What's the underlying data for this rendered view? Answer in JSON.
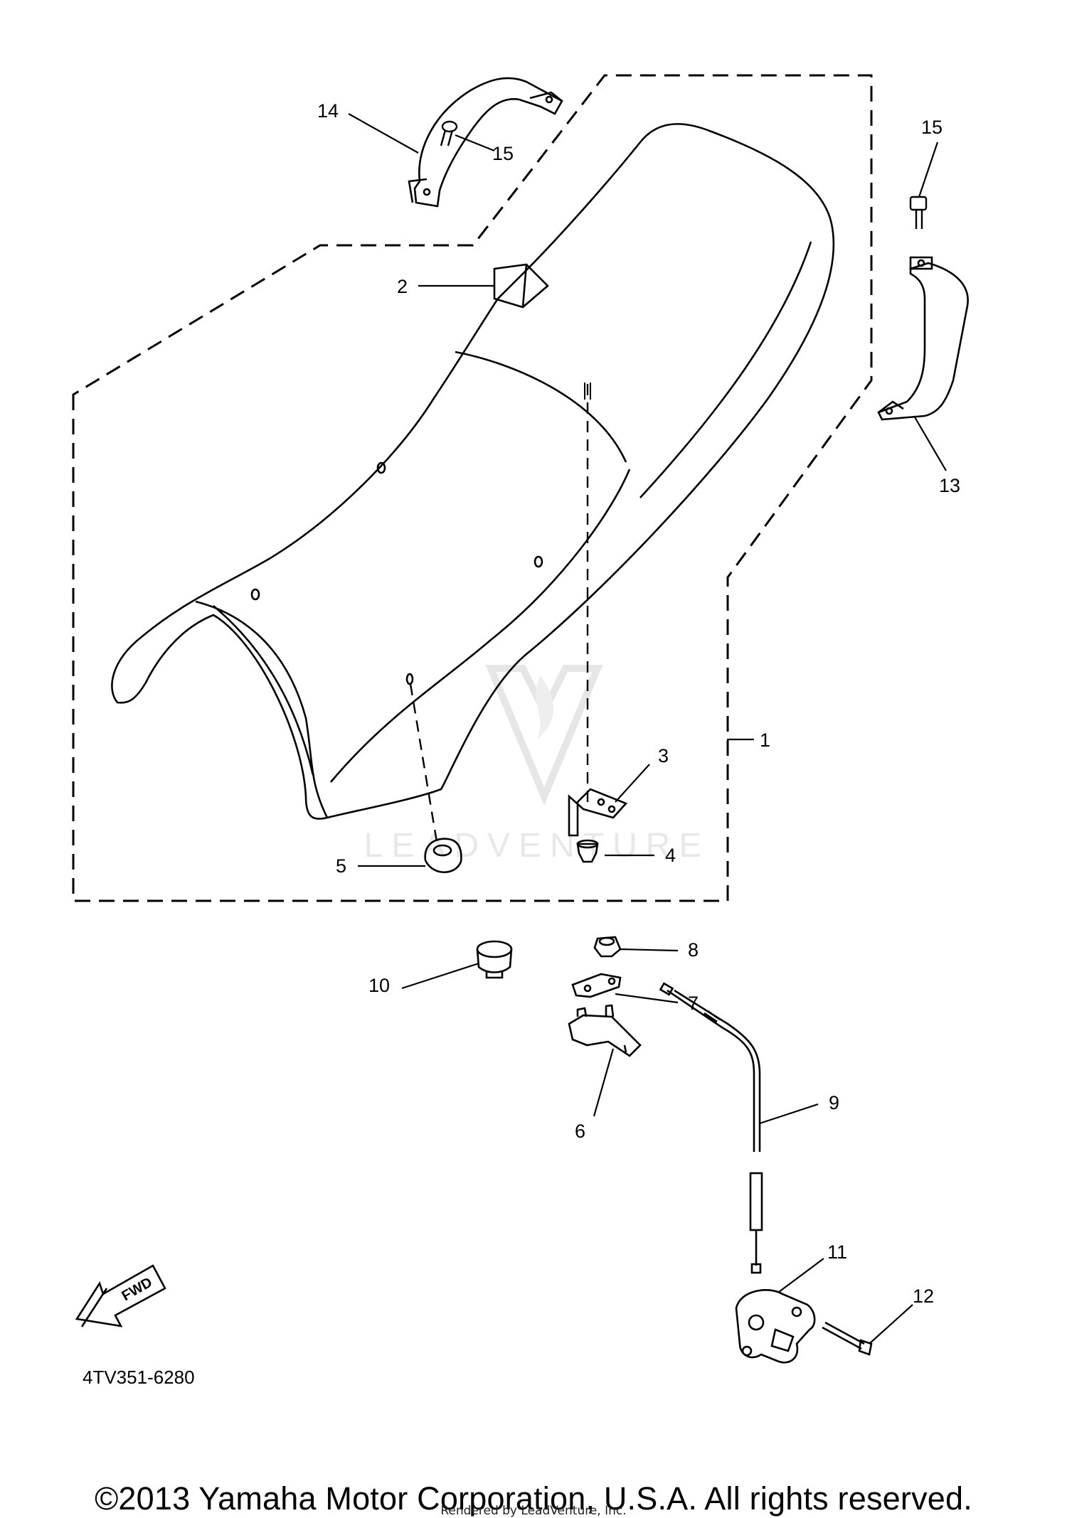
{
  "diagram": {
    "callouts": [
      {
        "id": "1",
        "label": "1"
      },
      {
        "id": "2",
        "label": "2"
      },
      {
        "id": "3",
        "label": "3"
      },
      {
        "id": "4",
        "label": "4"
      },
      {
        "id": "5",
        "label": "5"
      },
      {
        "id": "6",
        "label": "6"
      },
      {
        "id": "7",
        "label": "7"
      },
      {
        "id": "8",
        "label": "8"
      },
      {
        "id": "9",
        "label": "9"
      },
      {
        "id": "10",
        "label": "10"
      },
      {
        "id": "11",
        "label": "11"
      },
      {
        "id": "12",
        "label": "12"
      },
      {
        "id": "13",
        "label": "13"
      },
      {
        "id": "14",
        "label": "14"
      },
      {
        "id": "15a",
        "label": "15"
      },
      {
        "id": "15b",
        "label": "15"
      }
    ],
    "fwd_label": "FWD",
    "part_code": "4TV351-6280",
    "watermark_text": "LEADVENTURE"
  },
  "footer": {
    "copyright": "©2013 Yamaha Motor Corporation, U.S.A. All rights reserved.",
    "rendered_by": "Rendered by LeadVenture, Inc."
  },
  "colors": {
    "line": "#000000",
    "watermark": "#e6e6e6",
    "background": "#ffffff"
  }
}
